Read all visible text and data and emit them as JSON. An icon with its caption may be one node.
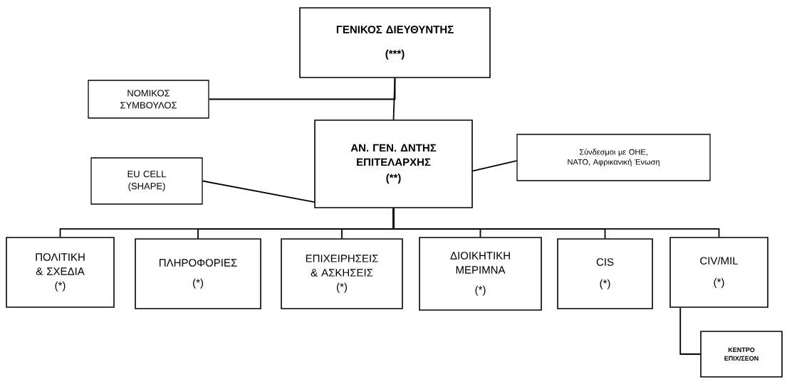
{
  "diagram": {
    "nodes": [
      {
        "text": [
          "ΓΕΝΙΚΟΣ ΔΙΕΥΘΥΝΤΗΣ",
          "(***)"
        ]
      },
      {
        "text": [
          "ΝΟΜΙΚΟΣ ΣΥΜΒΟΥΛΟΣ"
        ]
      },
      {
        "text": [
          "ΑΝ. ΓΕΝ. ΔΝΤΗΣ ΕΠΙΤΕΛΑΡΧΗΣ",
          "(**)"
        ]
      },
      {
        "text": [
          "EU CELL (SHAPE)"
        ]
      },
      {
        "text": [
          "Σύνδεσμοι με ΟΗΕ, ΝΑΤΟ, Αφρικανική Ένωση"
        ]
      },
      {
        "text": [
          "ΠΟΛΙΤΙΚΗ & ΣΧΕΔΙΑ",
          "(*)"
        ]
      },
      {
        "text": [
          "ΠΛΗΡΟΦΟΡΙΕΣ",
          "(*)"
        ]
      },
      {
        "text": [
          "ΕΠΙΧΕΙΡΗΣΕΙΣ & ΑΣΚΗΣΕΙΣ",
          "(*)"
        ]
      },
      {
        "text": [
          "ΔΙΟΙΚΗΤΙΚΗ ΜΕΡΙΜΝΑ",
          "(*)"
        ]
      },
      {
        "text": [
          "CIS",
          "(*)"
        ]
      },
      {
        "text": [
          "CIV/MIL",
          "(*)"
        ]
      },
      {
        "text": [
          "ΚΕΝΤΡΟ ΕΠΙΧ/ΣΕΟΝ"
        ]
      }
    ],
    "edges": [
      {
        "from": 0,
        "to": 2,
        "arrow": "none"
      },
      {
        "from": 1,
        "to": 0,
        "arrow": "none"
      },
      {
        "from": 3,
        "to": 2,
        "arrow": "none"
      },
      {
        "from": 2,
        "to": 4,
        "arrow": "none"
      },
      {
        "from": 2,
        "to": 5,
        "arrow": "none"
      },
      {
        "from": 2,
        "to": 6,
        "arrow": "none"
      },
      {
        "from": 2,
        "to": 7,
        "arrow": "none"
      },
      {
        "from": 2,
        "to": 8,
        "arrow": "none"
      },
      {
        "from": 2,
        "to": 9,
        "arrow": "none"
      },
      {
        "from": 2,
        "to": 10,
        "arrow": "none"
      },
      {
        "from": 10,
        "to": 11,
        "arrow": "none"
      }
    ]
  }
}
